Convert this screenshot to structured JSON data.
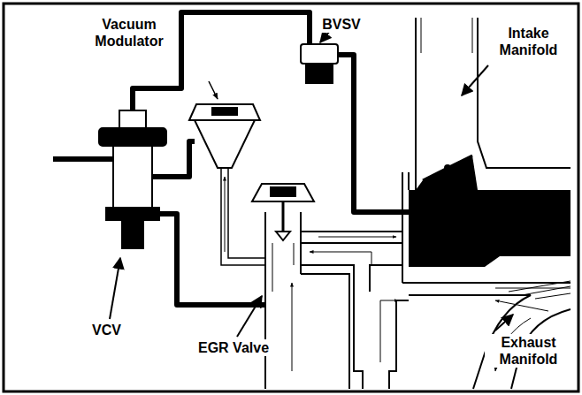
{
  "diagram": {
    "labels": [
      "Vacuum Modulator",
      "BVSV",
      "Intake Manifold",
      "VCV",
      "EGR Valve",
      "Exhaust Manifold"
    ]
  }
}
